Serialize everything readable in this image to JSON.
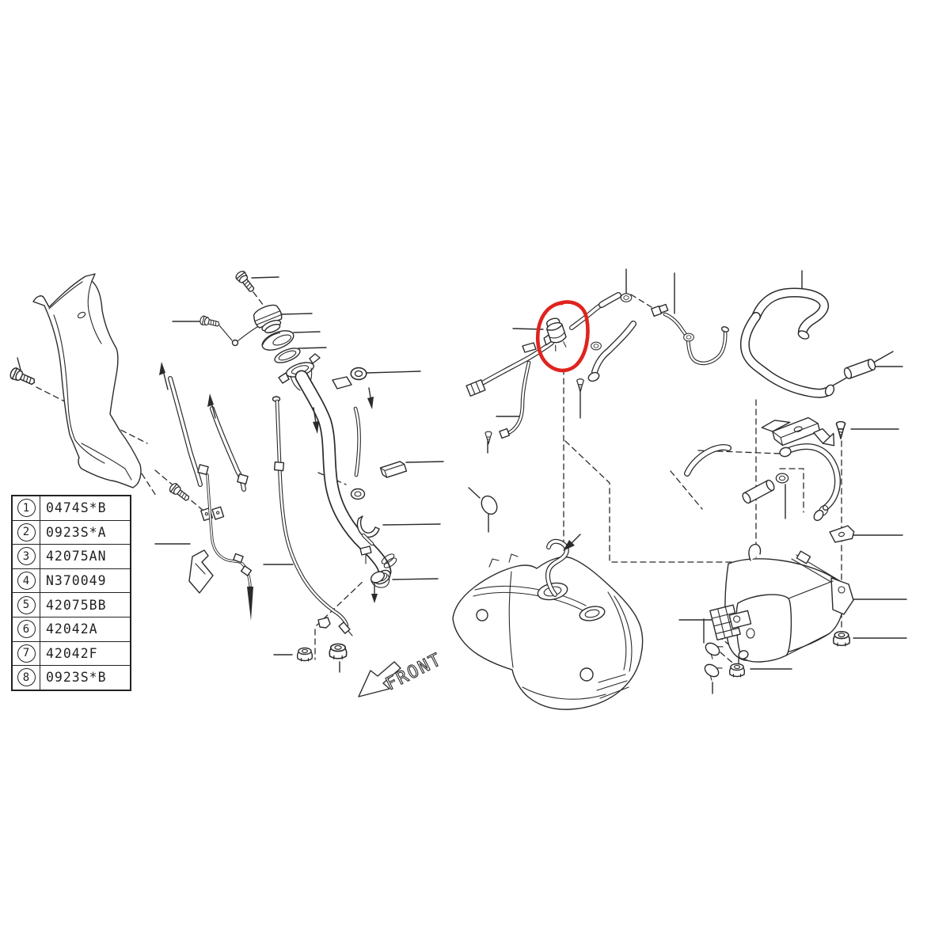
{
  "diagram": {
    "front_label": "FRONT",
    "highlight_color": "#df241e",
    "line_color": "#2b2b2b",
    "background_color": "#ffffff"
  },
  "legend": {
    "rows": [
      {
        "num": "1",
        "code": "0474S*B"
      },
      {
        "num": "2",
        "code": "0923S*A"
      },
      {
        "num": "3",
        "code": "42075AN"
      },
      {
        "num": "4",
        "code": "N370049"
      },
      {
        "num": "5",
        "code": "42075BB"
      },
      {
        "num": "6",
        "code": "42042A"
      },
      {
        "num": "7",
        "code": "42042F"
      },
      {
        "num": "8",
        "code": "0923S*B"
      }
    ]
  }
}
